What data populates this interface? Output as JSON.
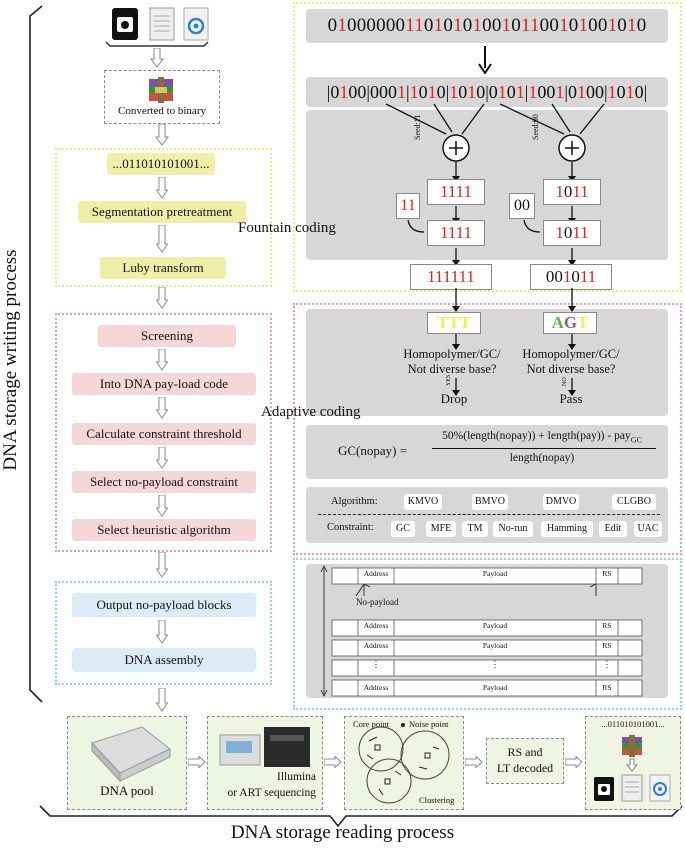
{
  "side_label": "DNA storage writing process",
  "bottom_label": "DNA storage reading process",
  "left": {
    "converted": "Converted to binary",
    "binary_snippet": "...011010101001...",
    "segmentation": "Segmentation pretreatment",
    "luby": "Luby transform",
    "screening": "Screening",
    "payload_code": "Into DNA pay-load code",
    "threshold": "Calculate constraint threshold",
    "select_constraint": "Select no-payload constraint",
    "select_heuristic": "Select heuristic algorithm",
    "output_blocks": "Output no-payload blocks",
    "assembly": "DNA assembly"
  },
  "labels": {
    "fountain": "Fountain coding",
    "adaptive": "Adaptive coding"
  },
  "fountain": {
    "bits_top": "01000000110101010010110010100101 0",
    "seed_left": "Seed:11",
    "seed_right": "Seed:00",
    "left_val": "1111",
    "left_val2": "1111",
    "left_tag": "11",
    "left_out": "111111",
    "right_val": "1011",
    "right_val2": "1011",
    "right_tag": "00",
    "right_out": "001011"
  },
  "adaptive": {
    "left_seq": "TTT",
    "right_seq": "AGT",
    "question": "Homopolymer/GC/",
    "question2": "Not diverse base?",
    "yes": "YES",
    "no": "NO",
    "drop": "Drop",
    "pass": "Pass",
    "formula_lhs": "GC(nopay) =",
    "formula_num": "50%(length(nopay)) + length(pay)) - pay",
    "formula_sub": "GC",
    "formula_den": "length(nopay)",
    "algorithm_label": "Algorithm:",
    "algorithms": [
      "KMVO",
      "BMVO",
      "DMVO",
      "CLGBO"
    ],
    "constraint_label": "Constraint:",
    "constraints": [
      "GC",
      "MFE",
      "TM",
      "No-run",
      "Hamming",
      "Edit",
      "UAC"
    ]
  },
  "blocks": {
    "address": "Address",
    "payload": "Payload",
    "rs": "RS",
    "nopayload": "No-payload",
    "dots": "⋮"
  },
  "reading": {
    "pool": "DNA pool",
    "seq1": "Illumina",
    "seq2": "or ART sequencing",
    "core": "Core point",
    "noise": "Noise point",
    "clustering": "Clustering",
    "decode1": "RS and",
    "decode2": "LT decoded",
    "binary_snippet": "...011010101001..."
  },
  "colors": {
    "yellow_border": "#e8ee7a",
    "pink_border": "#ee9ab3",
    "blue_border": "#8fd6ea",
    "red_bits": "#e1241c",
    "panel_gray": "#d7d7d7"
  }
}
